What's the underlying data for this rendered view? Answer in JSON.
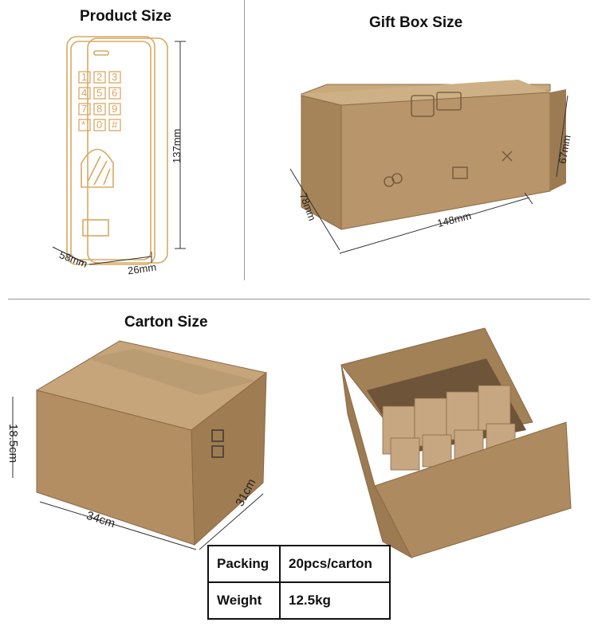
{
  "sections": {
    "product": {
      "title": "Product Size",
      "height": "137mm",
      "width": "58mm",
      "depth": "26mm",
      "keypad": [
        "1",
        "2",
        "3",
        "4",
        "5",
        "6",
        "7",
        "8",
        "9",
        "*",
        "0",
        "#"
      ]
    },
    "giftbox": {
      "title": "Gift Box Size",
      "length": "148mm",
      "width": "78mm",
      "height": "67mm"
    },
    "carton": {
      "title": "Carton Size",
      "height": "18.5cm",
      "length": "34cm",
      "width": "31cm"
    }
  },
  "spec_table": {
    "rows": [
      {
        "label": "Packing",
        "value": "20pcs/carton"
      },
      {
        "label": "Weight",
        "value": "12.5kg"
      }
    ]
  },
  "colors": {
    "outline_gold": "#d9a860",
    "cardboard": "#b8956a",
    "cardboard_dark": "#9c7a52",
    "divider": "#999999"
  }
}
